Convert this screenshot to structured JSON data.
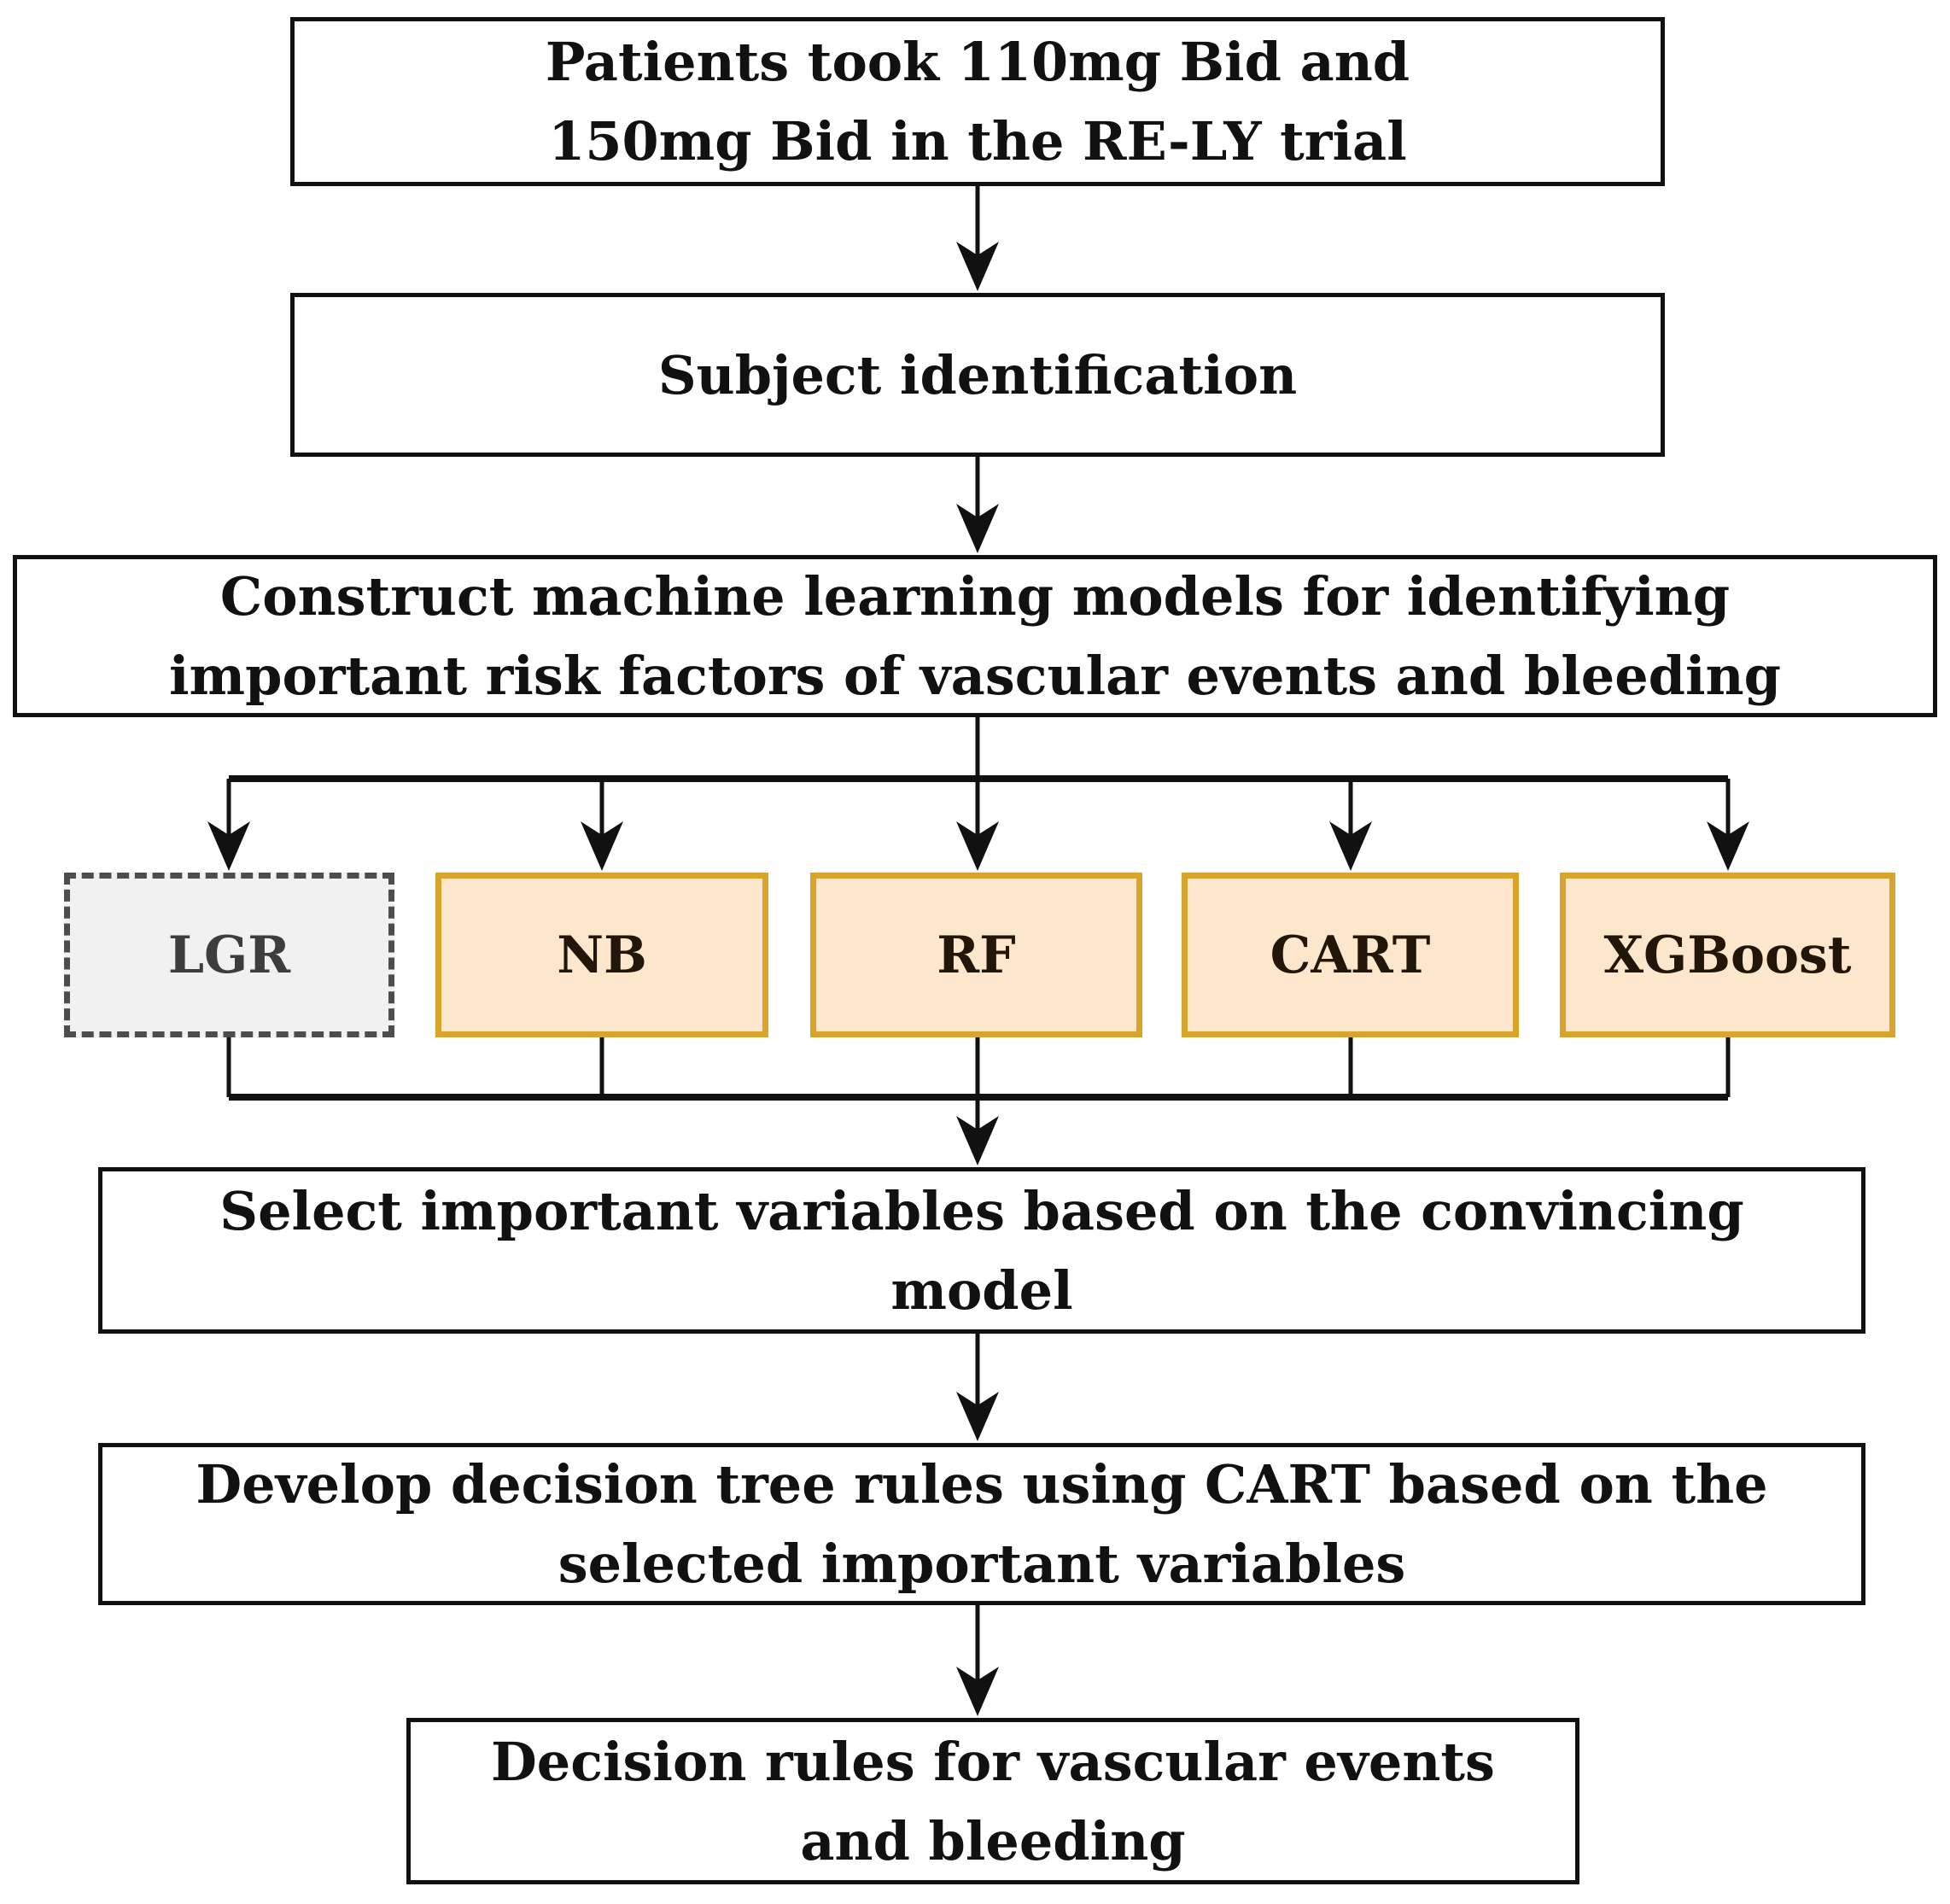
{
  "diagram": {
    "title": "Machine learning workflow flowchart for RE-LY trial decision rules",
    "nodes": {
      "patients": "Patients took 110mg Bid and\n150mg Bid in the RE-LY trial",
      "subject": "Subject identification",
      "construct": "Construct machine learning models for identifying\nimportant risk factors of vascular events and bleeding",
      "select": "Select important variables based on the convincing\nmodel",
      "develop": "Develop decision tree rules using CART based on the\nselected important variables",
      "decision": "Decision rules for vascular events\nand bleeding"
    },
    "models": [
      {
        "label": "LGR",
        "style": "dashed"
      },
      {
        "label": "NB",
        "style": "solid"
      },
      {
        "label": "RF",
        "style": "solid"
      },
      {
        "label": "CART",
        "style": "solid"
      },
      {
        "label": "XGBoost",
        "style": "solid"
      }
    ],
    "colors": {
      "line": "#111111",
      "box_border": "#111111",
      "box_fill": "#ffffff",
      "model_border": "#d9a42c",
      "model_fill": "#fce7cd",
      "lgr_border": "#4d4d4d",
      "lgr_fill": "#f1f1f1",
      "text": "#111111"
    }
  }
}
